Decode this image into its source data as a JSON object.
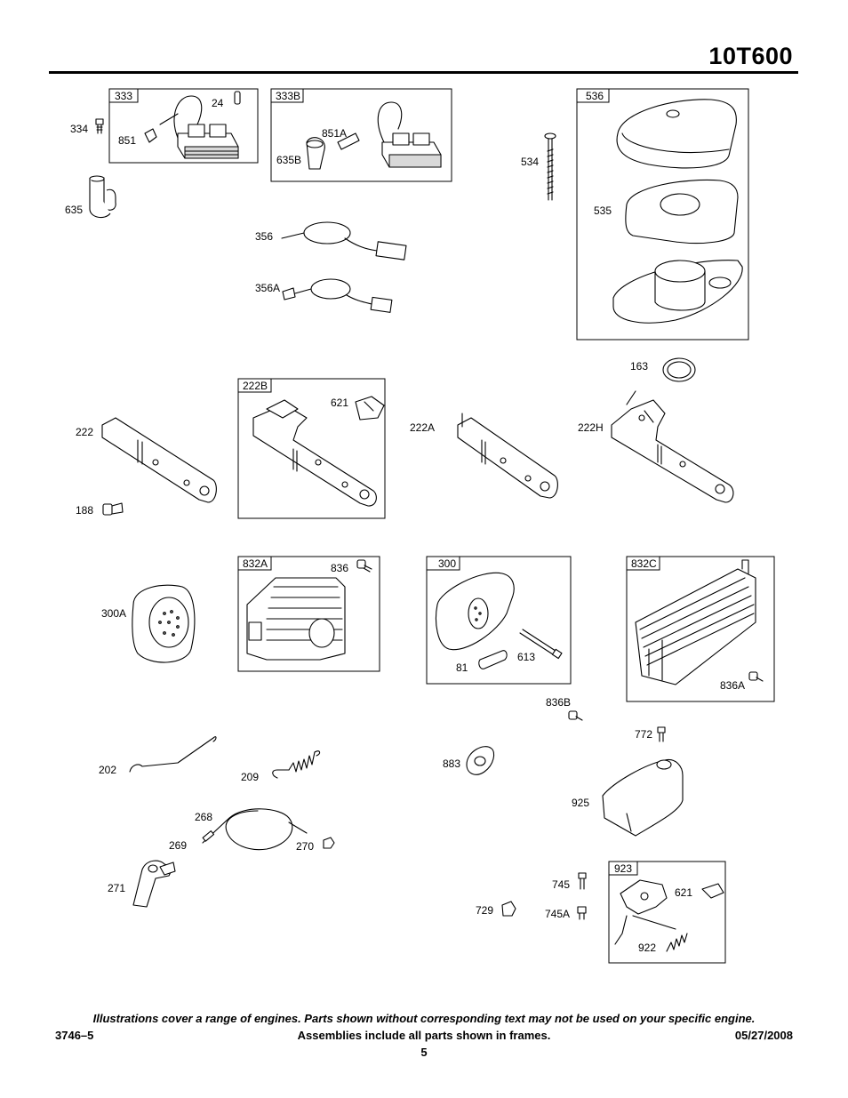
{
  "header": {
    "title": "10T600"
  },
  "frames": [
    {
      "id": "333",
      "label": "333"
    },
    {
      "id": "333B",
      "label": "333B"
    },
    {
      "id": "536",
      "label": "536"
    },
    {
      "id": "222B",
      "label": "222B"
    },
    {
      "id": "832A",
      "label": "832A"
    },
    {
      "id": "300",
      "label": "300"
    },
    {
      "id": "832C",
      "label": "832C"
    },
    {
      "id": "923",
      "label": "923"
    }
  ],
  "callouts": [
    "334",
    "24",
    "851",
    "635",
    "851A",
    "635B",
    "534",
    "535",
    "356",
    "356A",
    "163",
    "621",
    "222",
    "222A",
    "222H",
    "188",
    "300A",
    "836",
    "81",
    "613",
    "836A",
    "836B",
    "772",
    "202",
    "209",
    "883",
    "268",
    "269",
    "270",
    "925",
    "271",
    "745",
    "729",
    "745A",
    "621",
    "922"
  ],
  "footer": {
    "note": "Illustrations cover a range of engines. Parts shown without corresponding text may not be used on your specific engine.",
    "doc_number": "3746–5",
    "assemblies": "Assemblies include all parts shown in frames.",
    "date": "05/27/2008",
    "page": "5"
  }
}
